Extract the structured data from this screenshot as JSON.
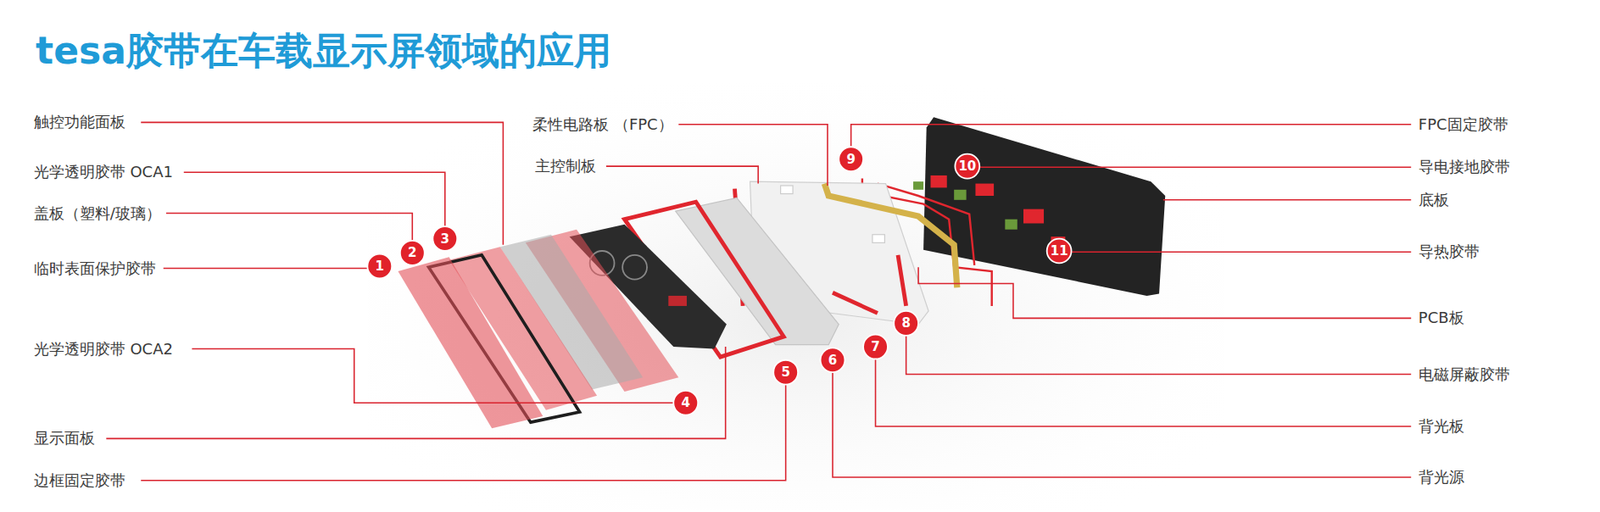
{
  "diagram": {
    "title": "tesa胶带在车载显示屏领域的应用",
    "labels": [
      "触控功能面板",
      "光学透明胶带 OCA1",
      "盖板（塑料/玻璃）",
      "临时表面保护胶带",
      "光学透明胶带 OCA2",
      "显示面板",
      "边框固定胶带",
      "柔性电路板 （FPC）",
      "主控制板",
      "FPC固定胶带",
      "导电接地胶带",
      "底板",
      "导热胶带",
      "PCB板",
      "电磁屏蔽胶带",
      "背光板",
      "背光源",
      "1",
      "2",
      "3",
      "4",
      "5",
      "6",
      "7",
      "8",
      "9",
      "10",
      "11"
    ]
  }
}
